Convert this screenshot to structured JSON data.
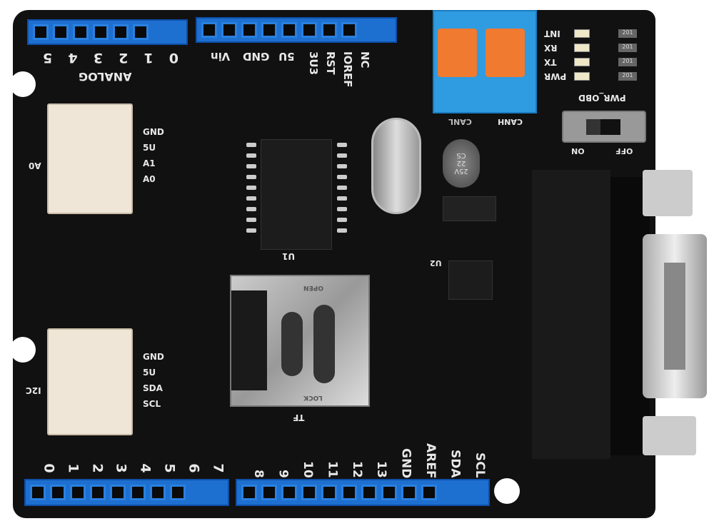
{
  "board": {
    "analog_pins": [
      "0",
      "1",
      "2",
      "3",
      "4",
      "5"
    ],
    "analog_label": "ANALOG",
    "power_pins": [
      "NC",
      "IOREF",
      "RST",
      "3U3",
      "5U",
      "GND",
      "Vin"
    ],
    "digital_low": [
      "0",
      "1",
      "2",
      "3",
      "4",
      "5",
      "6",
      "7"
    ],
    "digital_high": [
      "8",
      "9",
      "10",
      "11",
      "12",
      "13",
      "GND",
      "AREF",
      "SDA",
      "SCL"
    ],
    "grove_analog": {
      "name": "A0",
      "pins": [
        "GND",
        "5U",
        "A1",
        "A0"
      ]
    },
    "grove_i2c": {
      "name": "I2C",
      "pins": [
        "GND",
        "5U",
        "SDA",
        "SCL"
      ]
    },
    "leds": [
      "INT",
      "RX",
      "TX",
      "PWR"
    ],
    "resistor_code": "201",
    "switch_label": "PWR_OBD",
    "switch_on": "ON",
    "switch_off": "OFF",
    "terminal_labels": [
      "CANL",
      "CANH"
    ],
    "cap_text": [
      "25V",
      "22",
      "CS"
    ],
    "u1": "U1",
    "u2": "U2",
    "sd_label": "TF",
    "sd_open": "OPEN",
    "sd_lock": "LOCK"
  },
  "colors": {
    "pcb": "#111111",
    "header": "#1d6fd0",
    "terminal": "#2f9be0",
    "terminal_button": "#f07a30",
    "grove": "#efe6d8"
  }
}
